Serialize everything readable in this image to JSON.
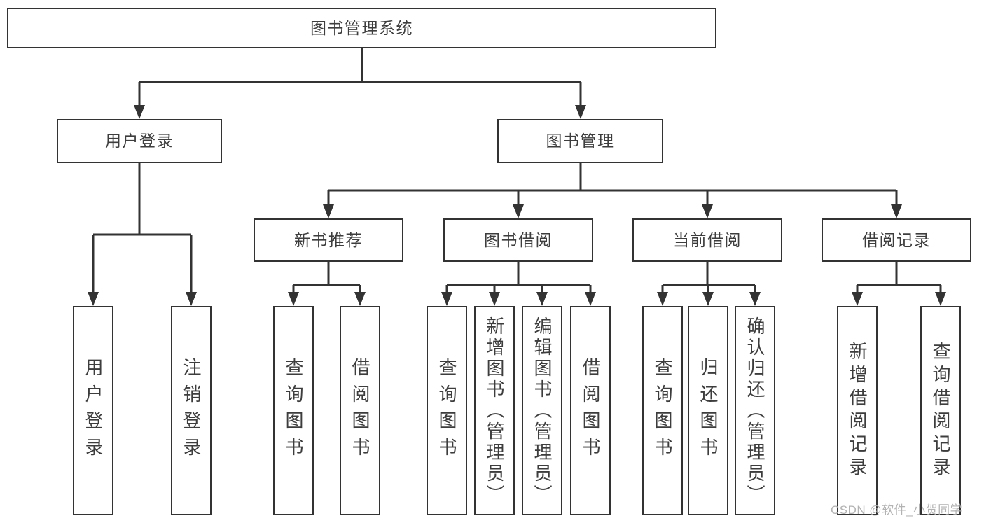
{
  "diagram": {
    "root": {
      "label": "图书管理系统"
    },
    "level2": [
      {
        "label": "用户登录"
      },
      {
        "label": "图书管理"
      }
    ],
    "level3": [
      {
        "label": "新书推荐"
      },
      {
        "label": "图书借阅"
      },
      {
        "label": "当前借阅"
      },
      {
        "label": "借阅记录"
      }
    ],
    "leaves": {
      "login": [
        {
          "label": "用户登录"
        },
        {
          "label": "注销登录"
        }
      ],
      "recommend": [
        {
          "label": "查询图书"
        },
        {
          "label": "借阅图书"
        }
      ],
      "borrow": [
        {
          "label": "查询图书"
        },
        {
          "label": "新增图书（管理员）"
        },
        {
          "label": "编辑图书（管理员）"
        },
        {
          "label": "借阅图书"
        }
      ],
      "current": [
        {
          "label": "查询图书"
        },
        {
          "label": "归还图书"
        },
        {
          "label": "确认归还（管理员）"
        }
      ],
      "records": [
        {
          "label": "新增借阅记录"
        },
        {
          "label": "查询借阅记录"
        }
      ]
    }
  },
  "watermark": {
    "text": "CSDN @软件_小贺同学"
  },
  "colors": {
    "line": "#333333",
    "text": "#3d3d3d",
    "background": "#ffffff",
    "watermark": "#afafaf"
  }
}
